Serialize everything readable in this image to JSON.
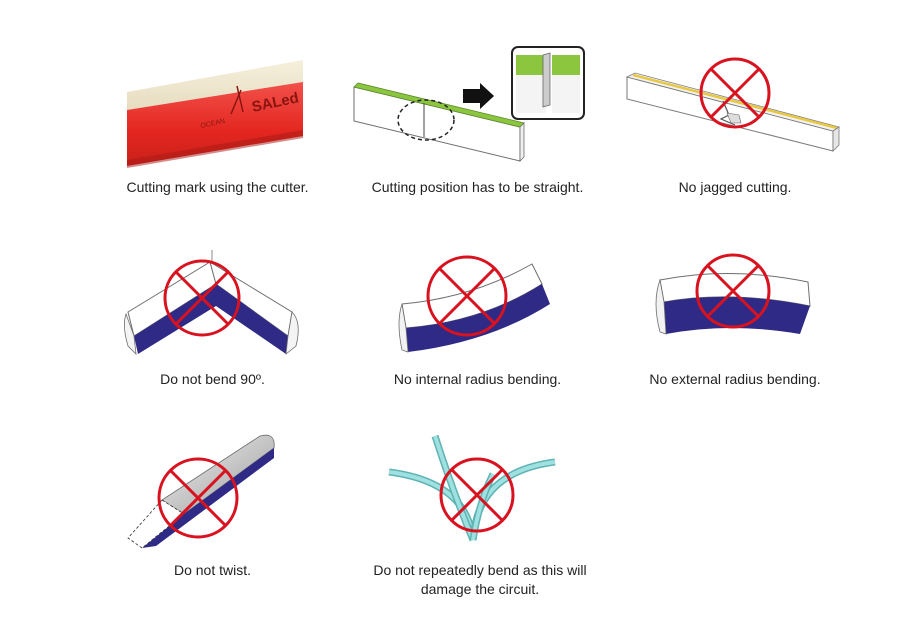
{
  "page": {
    "background": "#ffffff",
    "text_color": "#222222"
  },
  "colors": {
    "prohibit_red": "#d9121f",
    "cutter_red": "#e3261f",
    "green_top": "#8cc63f",
    "navy_side": "#2e2a85",
    "tube_teal": "#7fd4d4",
    "led_yellow": "#e8c840"
  },
  "items": [
    {
      "id": "cutting-mark",
      "caption": "Cutting mark using the cutter.",
      "prohibited": false,
      "logo_brand": "SALed",
      "logo_prefix": "OCEAN"
    },
    {
      "id": "straight-cut",
      "caption": "Cutting position has to be straight.",
      "prohibited": false
    },
    {
      "id": "no-jagged",
      "caption": "No jagged cutting.",
      "prohibited": true
    },
    {
      "id": "no-bend-90",
      "caption": "Do not bend 90º.",
      "prohibited": true
    },
    {
      "id": "no-internal-bend",
      "caption": "No internal radius bending.",
      "prohibited": true
    },
    {
      "id": "no-external-bend",
      "caption": "No external radius bending.",
      "prohibited": true
    },
    {
      "id": "no-twist",
      "caption": "Do not twist.",
      "prohibited": true
    },
    {
      "id": "no-repeat-bend",
      "caption_lines": [
        "Do not repeatedly bend as this will",
        "damage the circuit."
      ],
      "prohibited": true
    }
  ]
}
